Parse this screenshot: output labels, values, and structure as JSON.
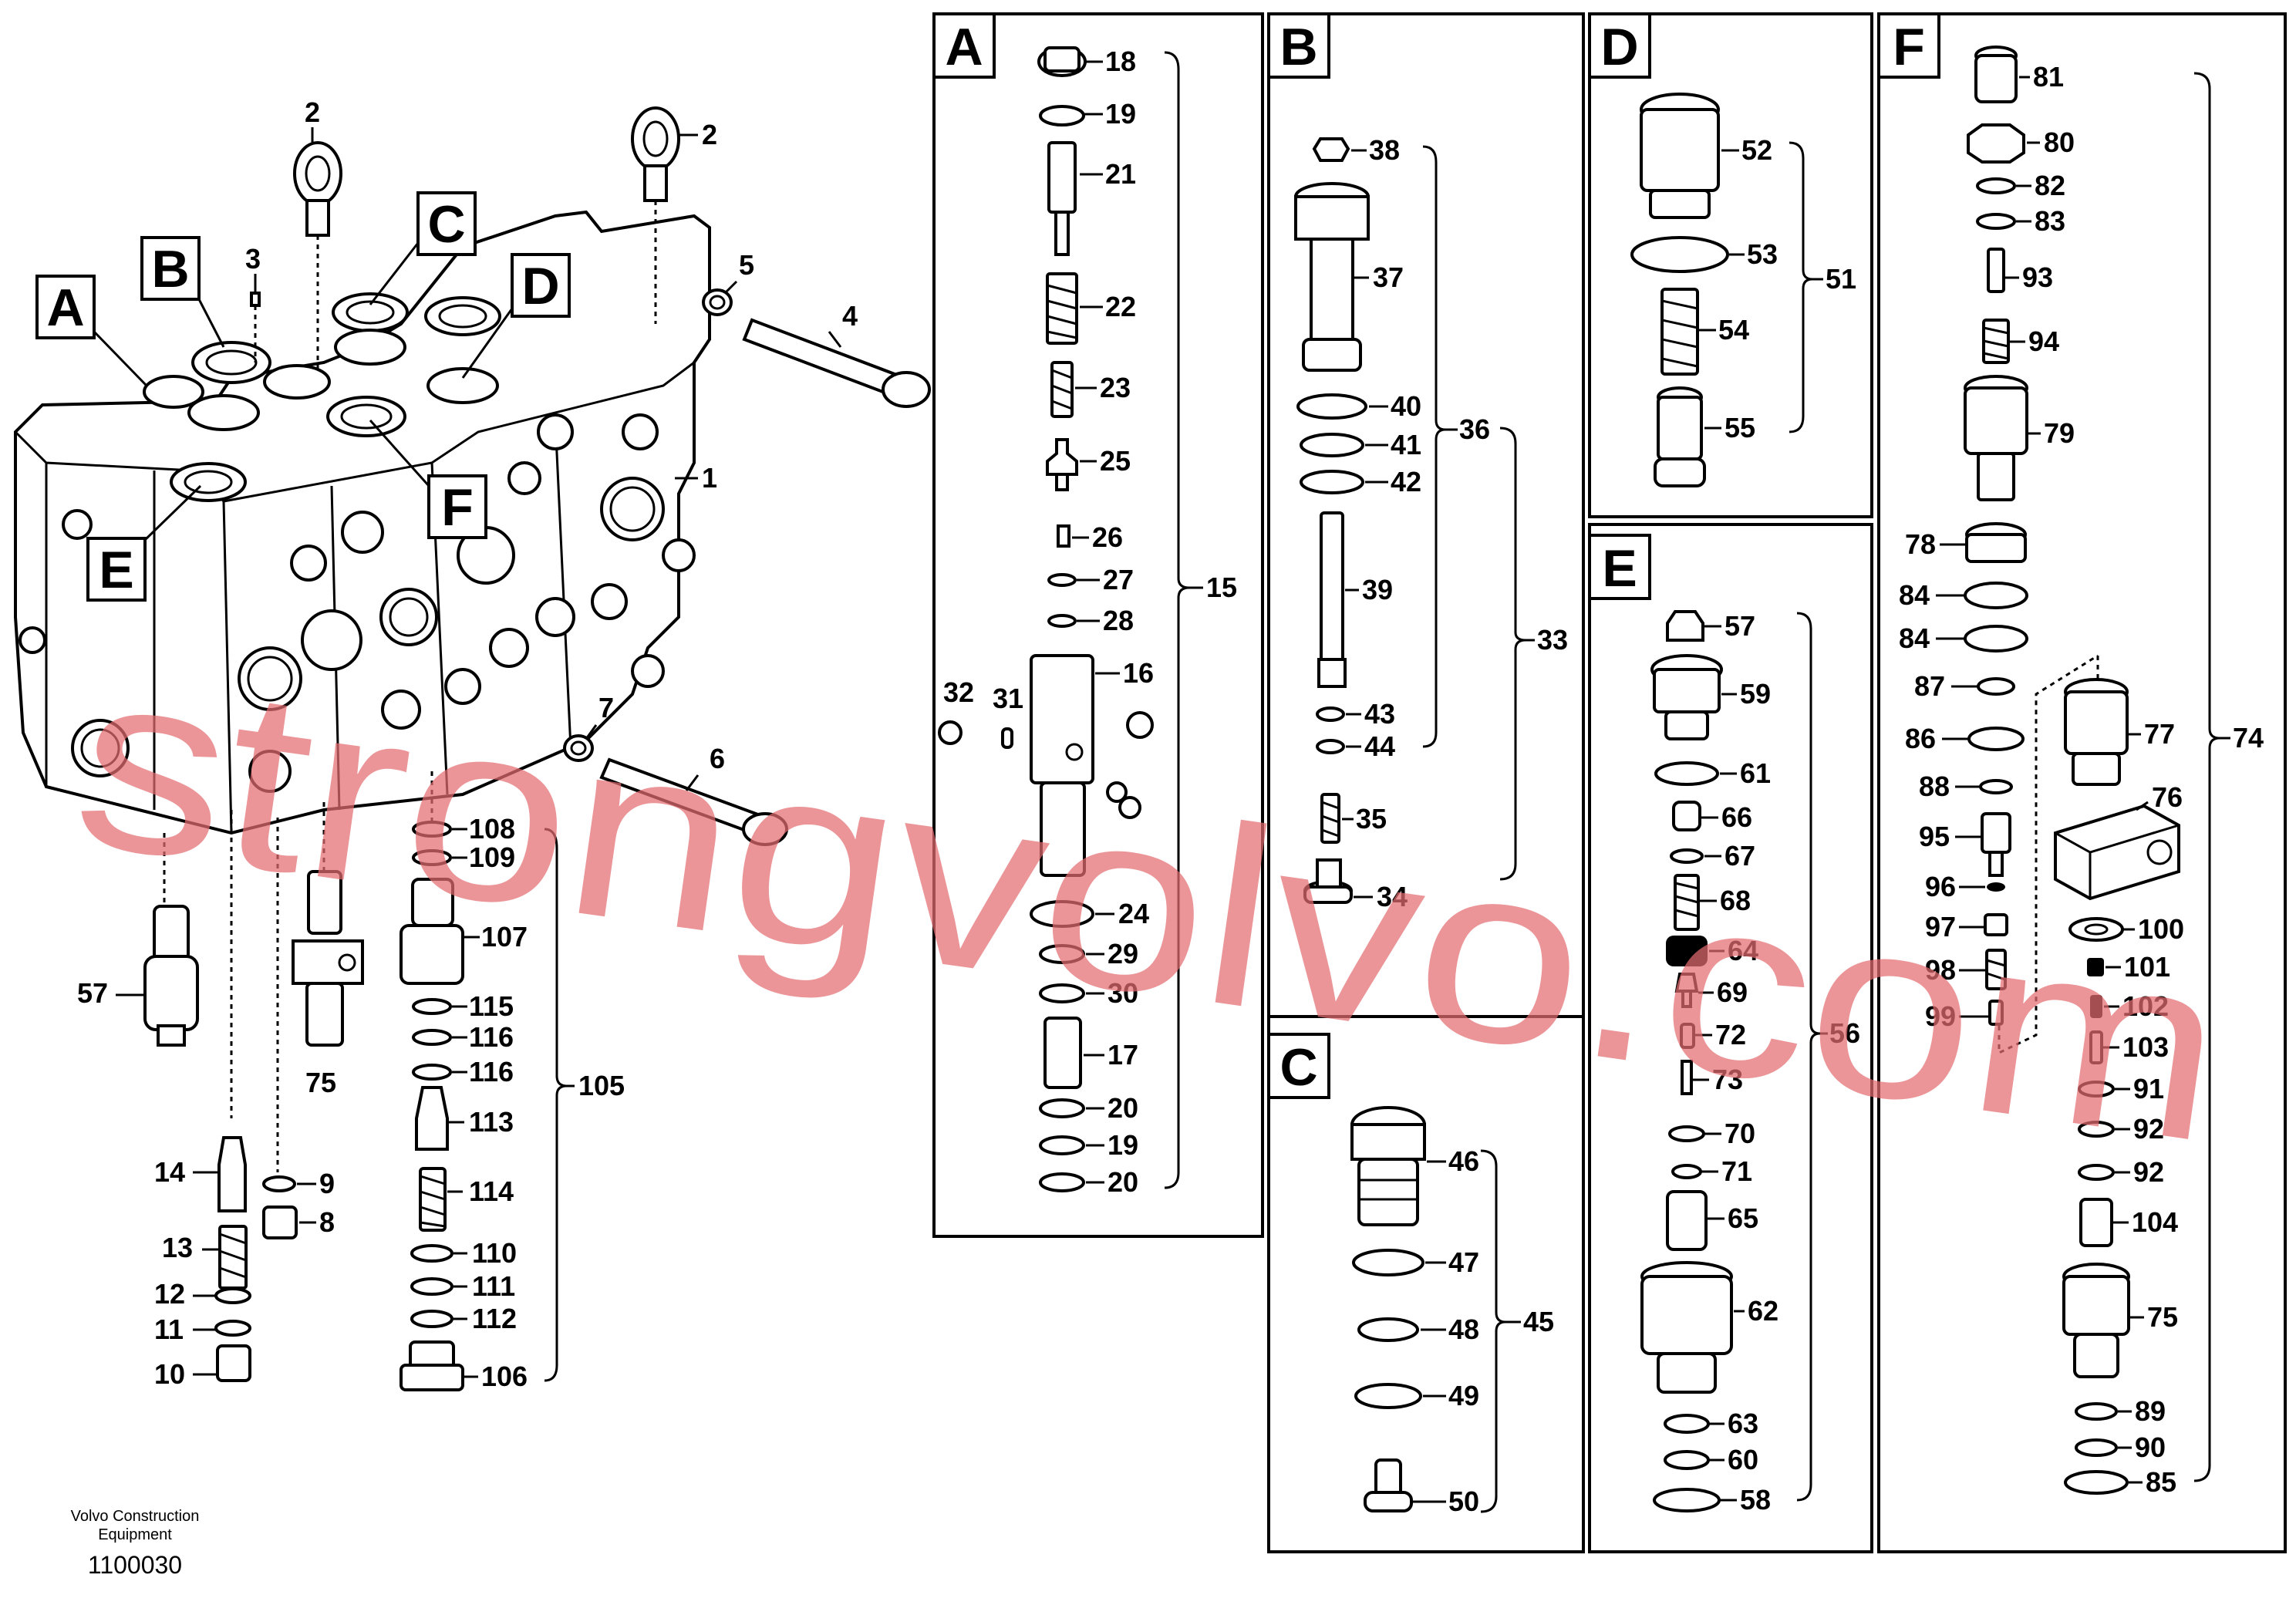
{
  "footer": {
    "company_line1": "Volvo Construction",
    "company_line2": "Equipment",
    "drawing_id": "1100030"
  },
  "watermark": "strongvolvo.com",
  "main_view": {
    "section_tags": [
      "A",
      "B",
      "C",
      "D",
      "E",
      "F"
    ],
    "labels": [
      "1",
      "2",
      "2",
      "3",
      "4",
      "5",
      "6",
      "7",
      "8",
      "9",
      "10",
      "11",
      "12",
      "13",
      "14",
      "57",
      "75",
      "105"
    ],
    "group_105": [
      "108",
      "109",
      "107",
      "115",
      "116",
      "116",
      "113",
      "114",
      "110",
      "111",
      "112",
      "106"
    ]
  },
  "panels": [
    {
      "id": "A",
      "callouts": [
        "18",
        "19",
        "21",
        "22",
        "23",
        "25",
        "26",
        "27",
        "28",
        "16",
        "32",
        "31",
        "24",
        "29",
        "30",
        "17",
        "20",
        "19",
        "20"
      ],
      "group": [
        "15"
      ]
    },
    {
      "id": "B",
      "callouts": [
        "38",
        "37",
        "40",
        "41",
        "42",
        "39",
        "43",
        "44",
        "35",
        "34"
      ],
      "group": [
        "36",
        "33"
      ]
    },
    {
      "id": "C",
      "callouts": [
        "46",
        "47",
        "48",
        "49",
        "50"
      ],
      "group": [
        "45"
      ]
    },
    {
      "id": "D",
      "callouts": [
        "52",
        "53",
        "54",
        "55"
      ],
      "group": [
        "51"
      ]
    },
    {
      "id": "E",
      "callouts": [
        "57",
        "59",
        "61",
        "66",
        "67",
        "68",
        "64",
        "69",
        "72",
        "73",
        "70",
        "71",
        "65",
        "62",
        "63",
        "60",
        "58"
      ],
      "group": [
        "56"
      ]
    },
    {
      "id": "F",
      "callouts": [
        "81",
        "80",
        "82",
        "83",
        "93",
        "94",
        "79",
        "78",
        "84",
        "84",
        "87",
        "86",
        "88",
        "95",
        "96",
        "97",
        "98",
        "99",
        "77",
        "76",
        "100",
        "101",
        "102",
        "103",
        "91",
        "92",
        "92",
        "104",
        "75",
        "89",
        "90",
        "85"
      ],
      "group": [
        "74"
      ]
    }
  ]
}
